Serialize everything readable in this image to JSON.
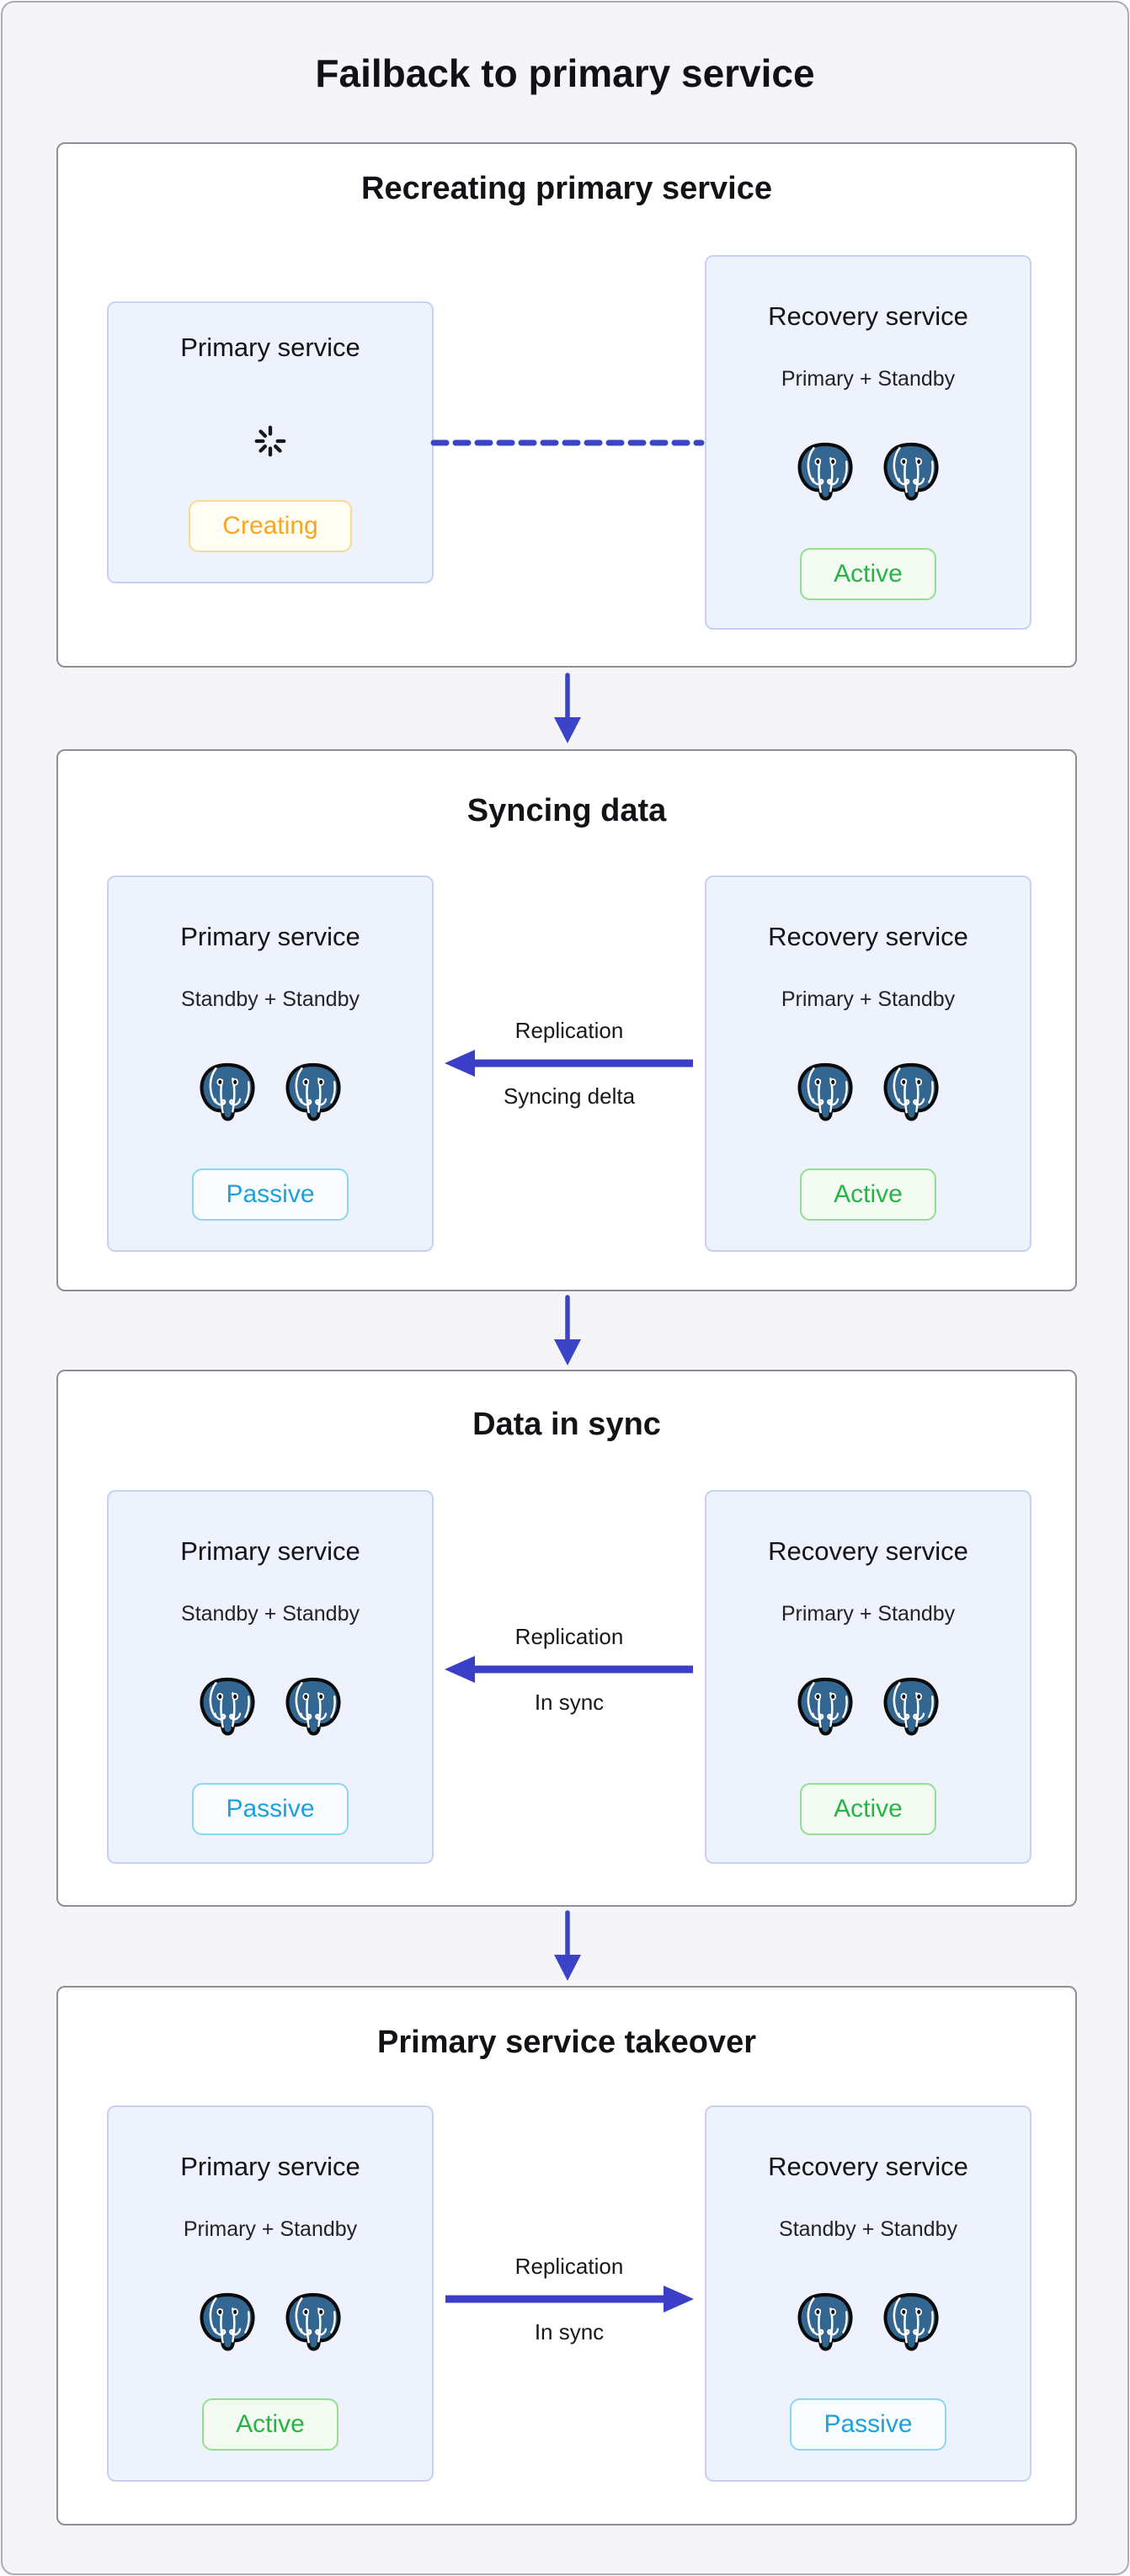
{
  "page": {
    "title": "Failback to primary service"
  },
  "colors": {
    "accent_indigo": "#3B43C7",
    "postgres_blue": "#336791",
    "status_creating_text": "#F6A723",
    "status_active_text": "#28B445",
    "status_passive_text": "#1EA0DE",
    "card_background": "#FFFFFF",
    "service_box_background": "#EEF2FC",
    "page_background": "#F5F5F7"
  },
  "icons": {
    "postgres": "postgres-elephant-icon",
    "spinner": "loading-spinner-icon",
    "down_arrow": "arrow-down-icon",
    "left_arrow": "arrow-left-icon",
    "right_arrow": "arrow-right-icon"
  },
  "sections": [
    {
      "title": "Recreating primary service",
      "left": {
        "title": "Primary service",
        "badge": {
          "label": "Creating",
          "type": "creating"
        }
      },
      "right": {
        "title": "Recovery service",
        "subtitle": "Primary + Standby",
        "badge": {
          "label": "Active",
          "type": "active"
        }
      },
      "connector": {
        "style": "dashed",
        "direction": "none",
        "label_top": "",
        "label_bottom": ""
      }
    },
    {
      "title": "Syncing data",
      "left": {
        "title": "Primary service",
        "subtitle": "Standby + Standby",
        "badge": {
          "label": "Passive",
          "type": "passive"
        }
      },
      "right": {
        "title": "Recovery service",
        "subtitle": "Primary + Standby",
        "badge": {
          "label": "Active",
          "type": "active"
        }
      },
      "connector": {
        "style": "solid",
        "direction": "left",
        "label_top": "Replication",
        "label_bottom": "Syncing delta"
      }
    },
    {
      "title": "Data in sync",
      "left": {
        "title": "Primary service",
        "subtitle": "Standby + Standby",
        "badge": {
          "label": "Passive",
          "type": "passive"
        }
      },
      "right": {
        "title": "Recovery service",
        "subtitle": "Primary + Standby",
        "badge": {
          "label": "Active",
          "type": "active"
        }
      },
      "connector": {
        "style": "solid",
        "direction": "left",
        "label_top": "Replication",
        "label_bottom": "In sync"
      }
    },
    {
      "title": "Primary service takeover",
      "left": {
        "title": "Primary service",
        "subtitle": "Primary + Standby",
        "badge": {
          "label": "Active",
          "type": "active"
        }
      },
      "right": {
        "title": "Recovery service",
        "subtitle": "Standby + Standby",
        "badge": {
          "label": "Passive",
          "type": "passive"
        }
      },
      "connector": {
        "style": "solid",
        "direction": "right",
        "label_top": "Replication",
        "label_bottom": "In sync"
      }
    }
  ]
}
